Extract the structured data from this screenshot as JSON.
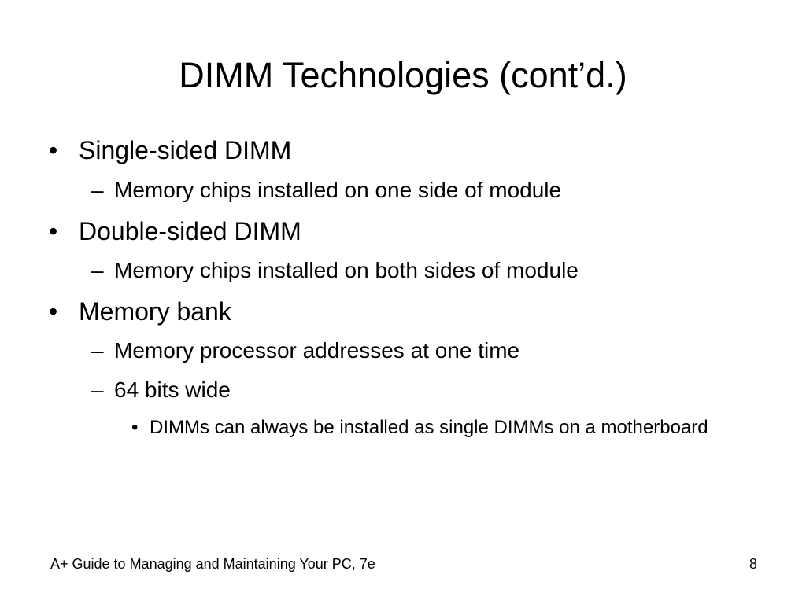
{
  "slide": {
    "title": "DIMM Technologies (cont’d.)",
    "bullets": [
      {
        "level": 1,
        "text": "Single-sided DIMM"
      },
      {
        "level": 2,
        "text": "Memory chips installed on one side of module"
      },
      {
        "level": 1,
        "text": "Double-sided DIMM"
      },
      {
        "level": 2,
        "text": "Memory chips installed on both sides of module"
      },
      {
        "level": 1,
        "text": "Memory bank"
      },
      {
        "level": 2,
        "text": "Memory processor addresses at one time"
      },
      {
        "level": 2,
        "text": "64 bits wide"
      },
      {
        "level": 3,
        "text": "DIMMs can always be installed as single DIMMs on a motherboard"
      }
    ],
    "markers": {
      "level1": "•",
      "level2": "–",
      "level3": "•"
    }
  },
  "footer": {
    "text": "A+ Guide to Managing and Maintaining Your PC, 7e",
    "page_number": "8"
  }
}
